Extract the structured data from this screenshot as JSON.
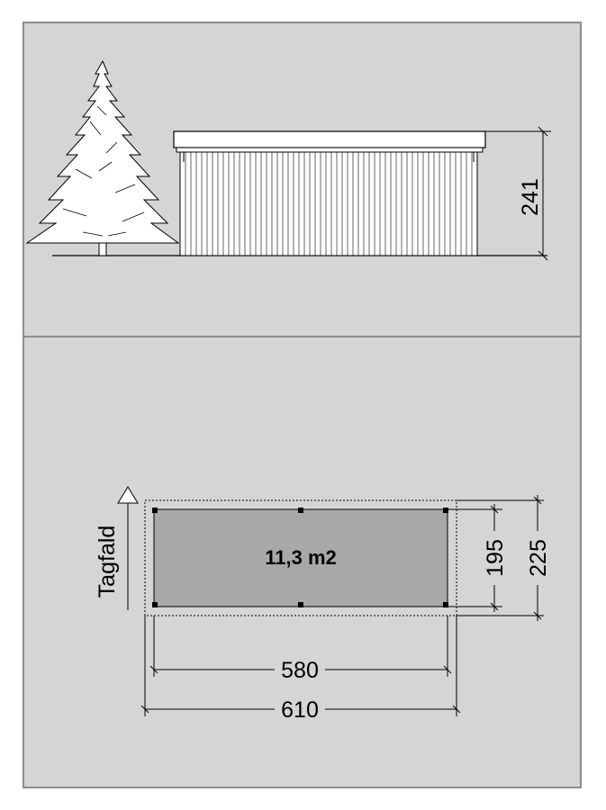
{
  "elevation": {
    "height_label": "241"
  },
  "plan": {
    "area_label": "11,3 m2",
    "roof_slope_label": "Tagfald",
    "inner_width_label": "580",
    "outer_width_label": "610",
    "inner_depth_label": "195",
    "outer_depth_label": "225"
  },
  "colors": {
    "panel_bg": "#d5d5d5",
    "panel_border": "#8c8c8c",
    "floor_fill": "#a8a8a8",
    "line": "#000000"
  }
}
